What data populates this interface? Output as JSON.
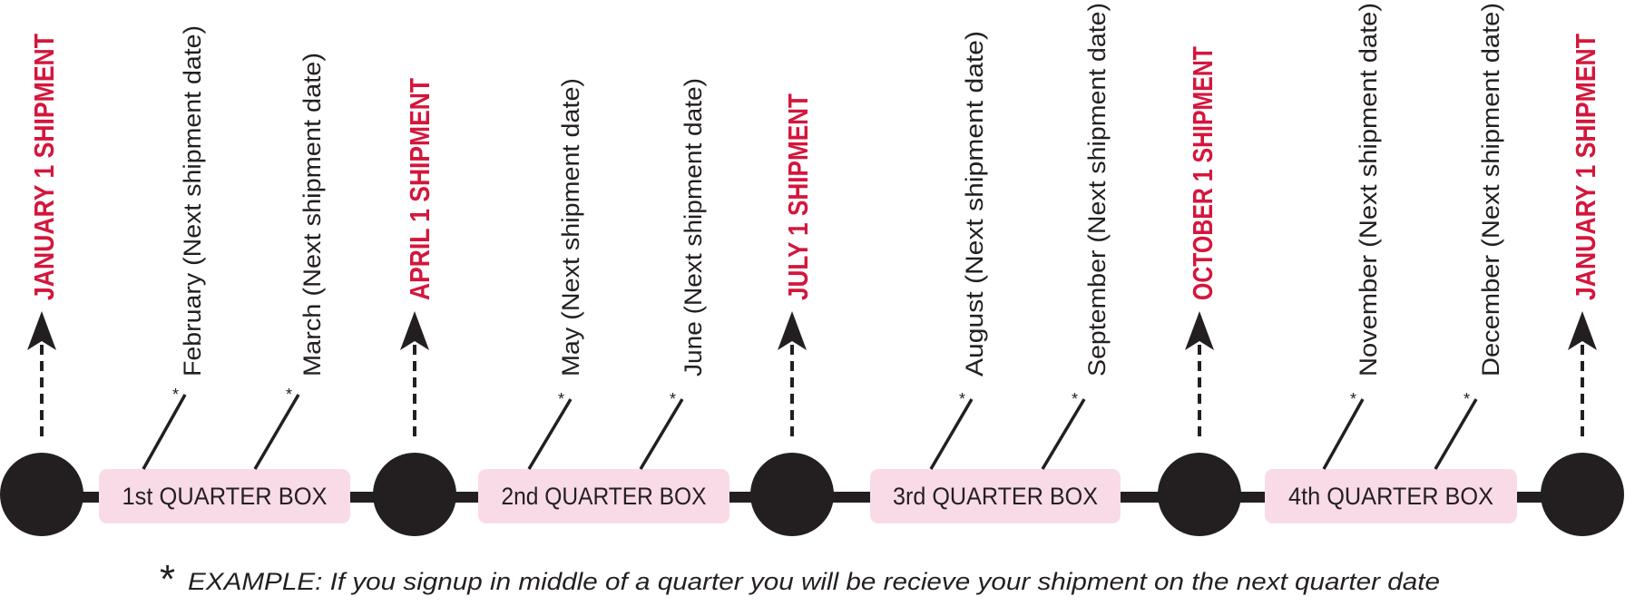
{
  "colors": {
    "shipment_label": "#d4163c",
    "text": "#231f20",
    "box_fill": "#f9dbe8",
    "node": "#231f20"
  },
  "shipments": [
    {
      "label": "JANUARY 1 SHIPMENT"
    },
    {
      "label": "APRIL 1 SHIPMENT"
    },
    {
      "label": "JULY 1 SHIPMENT"
    },
    {
      "label": "OCTOBER 1 SHIPMENT"
    },
    {
      "label": "JANUARY 1 SHIPMENT"
    }
  ],
  "boxes": [
    {
      "label": "1st QUARTER BOX"
    },
    {
      "label": "2nd QUARTER BOX"
    },
    {
      "label": "3rd QUARTER BOX"
    },
    {
      "label": "4th QUARTER BOX"
    }
  ],
  "months": [
    {
      "marker": "*",
      "label": "February (Next shipment date)"
    },
    {
      "marker": "*",
      "label": "March (Next shipment date)"
    },
    {
      "marker": "*",
      "label": "May (Next shipment date)"
    },
    {
      "marker": "*",
      "label": "June (Next shipment date)"
    },
    {
      "marker": "*",
      "label": "August (Next shipment date)"
    },
    {
      "marker": "*",
      "label": "September (Next shipment date)"
    },
    {
      "marker": "*",
      "label": "November (Next shipment date)"
    },
    {
      "marker": "*",
      "label": "December (Next shipment date)"
    }
  ],
  "footnote": {
    "marker": "*",
    "text": "EXAMPLE:  If you signup in middle of a quarter you will be recieve your shipment on the next quarter date"
  }
}
